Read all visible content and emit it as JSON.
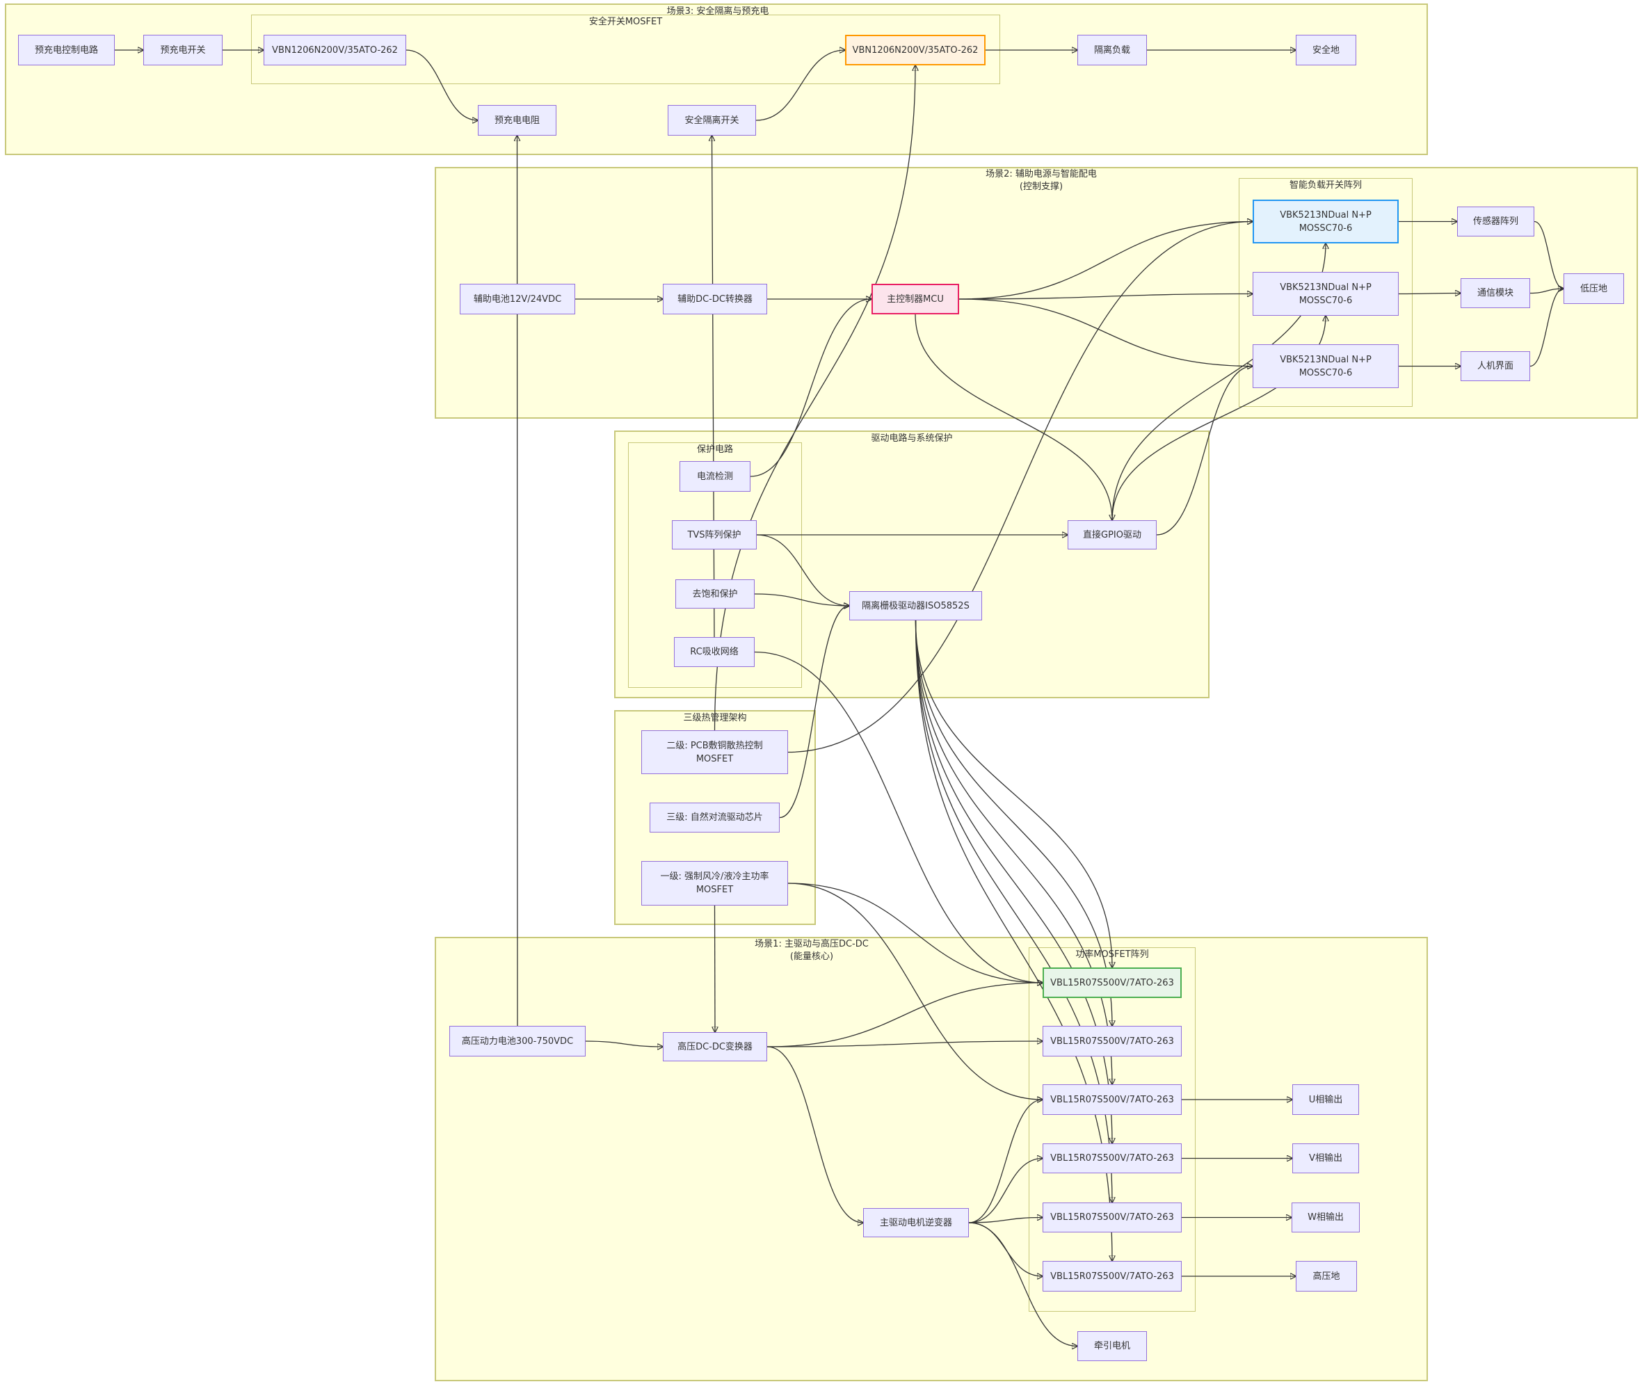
{
  "diagram": {
    "groups": {
      "scene3": "场景3: 安全隔离与预充电",
      "safety_mosfet": "安全开关MOSFET",
      "scene2": "场景2: 辅助电源与智能配电\n(控制支撑)",
      "smart_load_array": "智能负载开关阵列",
      "drive_protection": "驱动电路与系统保护",
      "protection_circuit": "保护电路",
      "thermal": "三级热管理架构",
      "scene1": "场景1: 主驱动与高压DC-DC\n(能量核心)",
      "power_mosfet_array": "功率MOSFET阵列"
    },
    "nodes": {
      "precharge_ctrl": "预充电控制电路",
      "precharge_switch": "预充电开关",
      "vbn_a": "VBN1206N200V/35ATO-262",
      "precharge_resistor": "预充电电阻",
      "safety_isolation_switch": "安全隔离开关",
      "vbn_b": "VBN1206N200V/35ATO-262",
      "isolated_load": "隔离负载",
      "safety_ground": "安全地",
      "aux_battery": "辅助电池12V/24VDC",
      "aux_dcdc": "辅助DC-DC转换器",
      "mcu": "主控制器MCU",
      "vbk_1": "VBK5213NDual N+P\nMOSSC70-6",
      "vbk_2": "VBK5213NDual N+P\nMOSSC70-6",
      "vbk_3": "VBK5213NDual N+P\nMOSSC70-6",
      "sensor_array": "传感器阵列",
      "comm_module": "通信模块",
      "hmi": "人机界面",
      "lv_ground": "低压地",
      "current_sense": "电流检测",
      "tvs": "TVS阵列保护",
      "desat": "去饱和保护",
      "rc_snubber": "RC吸收网络",
      "gate_driver": "隔离栅极驱动器ISO5852S",
      "gpio_drive": "直接GPIO驱动",
      "thermal_l2": "二级: PCB敷铜散热控制\nMOSFET",
      "thermal_l3": "三级: 自然对流驱动芯片",
      "thermal_l1": "一级: 强制风冷/液冷主功率\nMOSFET",
      "hv_battery": "高压动力电池300-750VDC",
      "hv_dcdc": "高压DC-DC变换器",
      "inverter": "主驱动电机逆变器",
      "traction_motor": "牵引电机",
      "vbl_1": "VBL15R07S500V/7ATO-263",
      "vbl_2": "VBL15R07S500V/7ATO-263",
      "vbl_3": "VBL15R07S500V/7ATO-263",
      "vbl_4": "VBL15R07S500V/7ATO-263",
      "vbl_5": "VBL15R07S500V/7ATO-263",
      "vbl_6": "VBL15R07S500V/7ATO-263",
      "u_phase": "U相输出",
      "v_phase": "V相输出",
      "w_phase": "W相输出",
      "hv_ground": "高压地"
    },
    "edges": [
      [
        "precharge_ctrl",
        "precharge_switch"
      ],
      [
        "precharge_switch",
        "vbn_a"
      ],
      [
        "vbn_a",
        "precharge_resistor"
      ],
      [
        "safety_isolation_switch",
        "vbn_b"
      ],
      [
        "vbn_b",
        "isolated_load"
      ],
      [
        "isolated_load",
        "safety_ground"
      ],
      [
        "aux_battery",
        "aux_dcdc"
      ],
      [
        "aux_dcdc",
        "mcu"
      ],
      [
        "mcu",
        "vbk_1"
      ],
      [
        "mcu",
        "vbk_2"
      ],
      [
        "mcu",
        "vbk_3"
      ],
      [
        "mcu",
        "gpio_drive"
      ],
      [
        "vbk_1",
        "sensor_array"
      ],
      [
        "vbk_2",
        "comm_module"
      ],
      [
        "vbk_3",
        "hmi"
      ],
      [
        "sensor_array",
        "lv_ground"
      ],
      [
        "comm_module",
        "lv_ground"
      ],
      [
        "hmi",
        "lv_ground"
      ],
      [
        "current_sense",
        "mcu"
      ],
      [
        "tvs",
        "gpio_drive"
      ],
      [
        "tvs",
        "gate_driver"
      ],
      [
        "desat",
        "gate_driver"
      ],
      [
        "gpio_drive",
        "vbk_1"
      ],
      [
        "gpio_drive",
        "vbk_2"
      ],
      [
        "gpio_drive",
        "vbk_3"
      ],
      [
        "hv_battery",
        "hv_dcdc"
      ],
      [
        "hv_dcdc",
        "vbl_1"
      ],
      [
        "hv_dcdc",
        "vbl_2"
      ],
      [
        "hv_dcdc",
        "inverter"
      ],
      [
        "inverter",
        "vbl_3"
      ],
      [
        "inverter",
        "vbl_4"
      ],
      [
        "inverter",
        "vbl_5"
      ],
      [
        "inverter",
        "vbl_6"
      ],
      [
        "inverter",
        "traction_motor"
      ],
      [
        "vbl_3",
        "u_phase"
      ],
      [
        "vbl_4",
        "v_phase"
      ],
      [
        "vbl_5",
        "w_phase"
      ],
      [
        "vbl_6",
        "hv_ground"
      ],
      [
        "gate_driver",
        "vbl_1"
      ],
      [
        "gate_driver",
        "vbl_2"
      ],
      [
        "gate_driver",
        "vbl_3"
      ],
      [
        "gate_driver",
        "vbl_4"
      ],
      [
        "gate_driver",
        "vbl_5"
      ],
      [
        "gate_driver",
        "vbl_6"
      ],
      [
        "thermal_l1",
        "vbl_1"
      ],
      [
        "thermal_l1",
        "vbl_3"
      ],
      [
        "thermal_l1",
        "hv_dcdc"
      ],
      [
        "thermal_l2",
        "vbn_b"
      ],
      [
        "thermal_l2",
        "vbk_1"
      ],
      [
        "thermal_l3",
        "gate_driver"
      ],
      [
        "hv_battery",
        "precharge_resistor"
      ],
      [
        "rc_snubber",
        "safety_isolation_switch"
      ],
      [
        "rc_snubber",
        "vbl_1"
      ]
    ]
  }
}
